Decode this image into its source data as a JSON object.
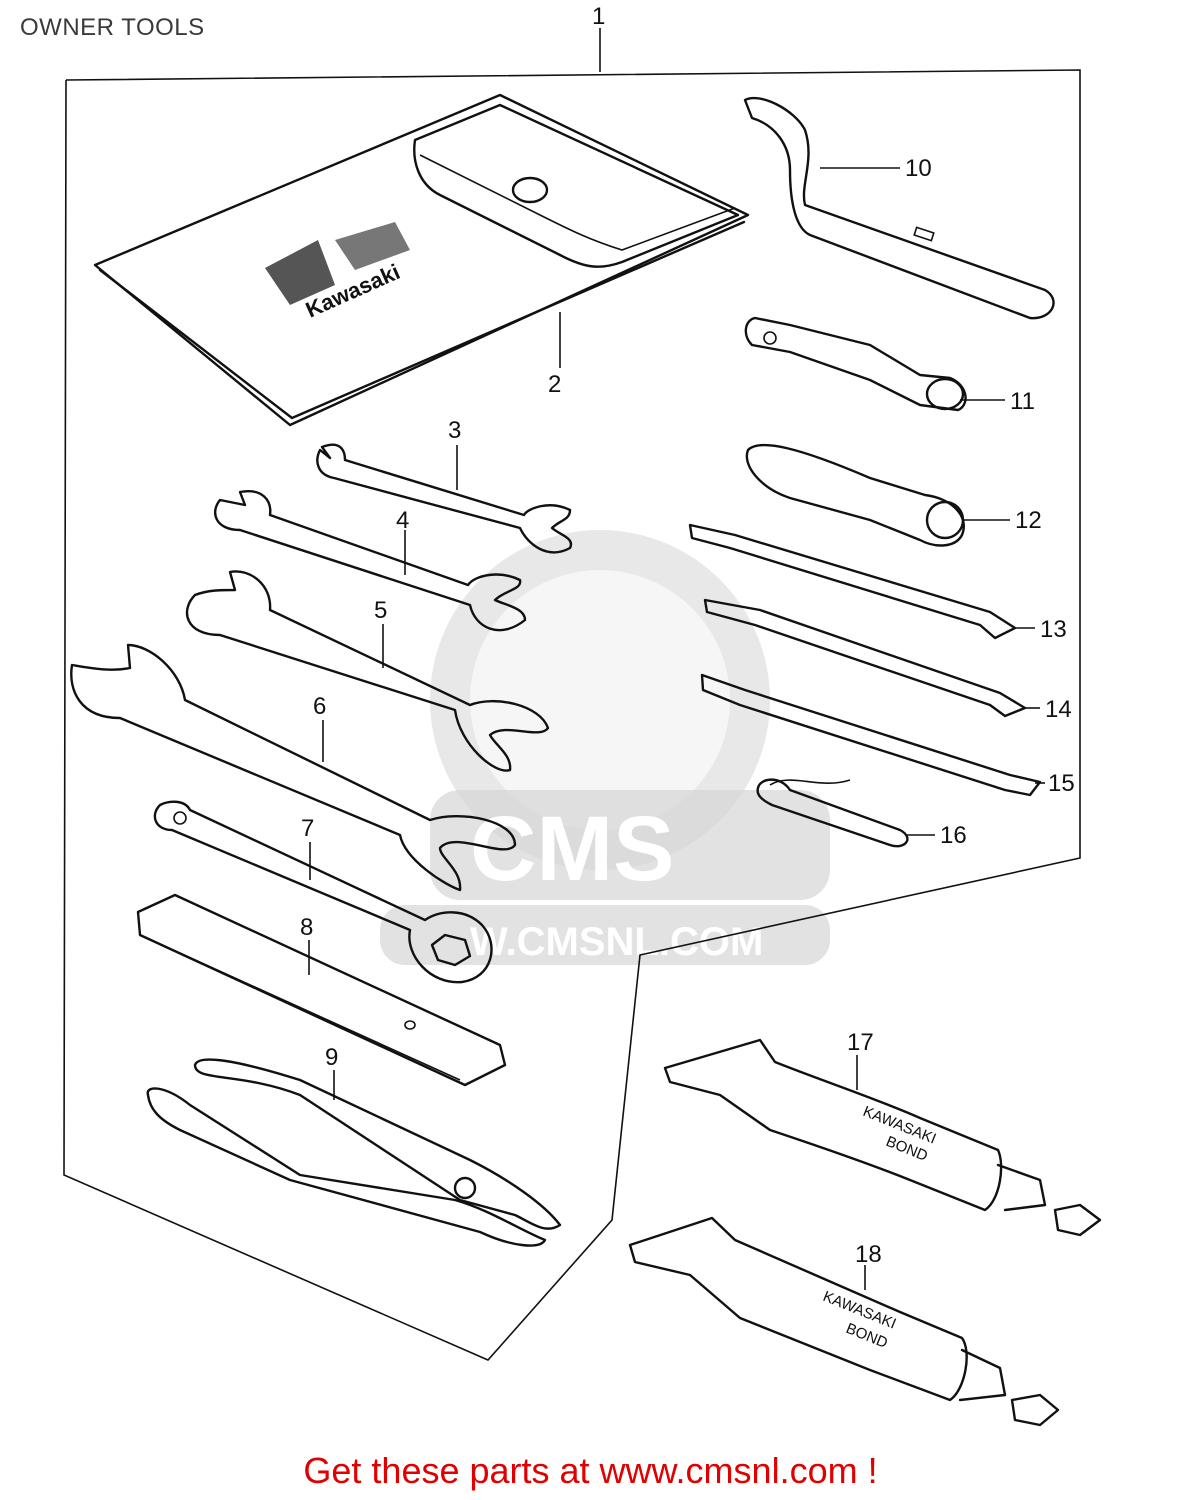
{
  "title": "OWNER TOOLS",
  "footer": "Get these parts at www.cmsnl.com !",
  "watermark": {
    "brand": "CMS",
    "url": "W.CMSNL.COM"
  },
  "pouch_logo": "Kawasaki",
  "tube_label": [
    "KAWASAKI",
    "BOND"
  ],
  "colors": {
    "footer": "#e00000",
    "line": "#111111",
    "watermark": "#d6d6d6"
  },
  "parts": [
    {
      "number": "1"
    },
    {
      "number": "2"
    },
    {
      "number": "3"
    },
    {
      "number": "4"
    },
    {
      "number": "5"
    },
    {
      "number": "6"
    },
    {
      "number": "7"
    },
    {
      "number": "8"
    },
    {
      "number": "9"
    },
    {
      "number": "10"
    },
    {
      "number": "11"
    },
    {
      "number": "12"
    },
    {
      "number": "13"
    },
    {
      "number": "14"
    },
    {
      "number": "15"
    },
    {
      "number": "16"
    },
    {
      "number": "17"
    },
    {
      "number": "18"
    }
  ]
}
